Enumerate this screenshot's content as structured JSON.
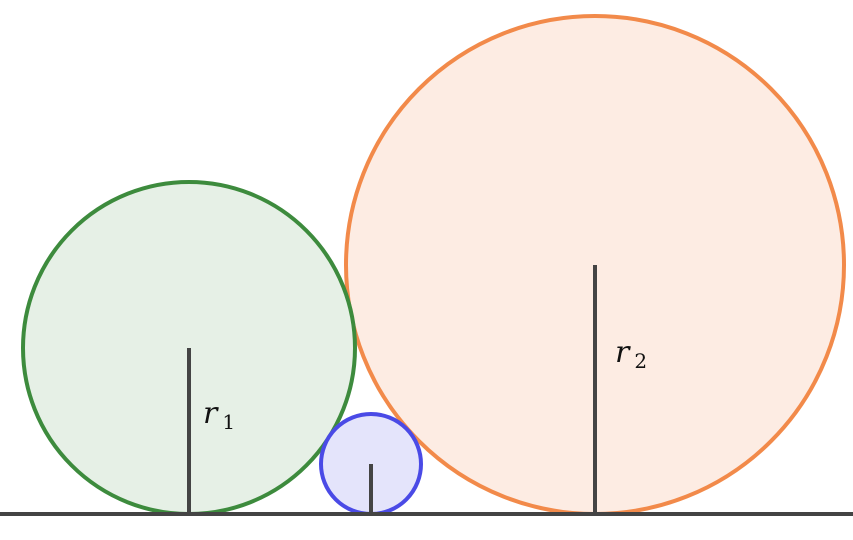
{
  "colors": {
    "ground": "#444444",
    "radius_line": "#444444",
    "circle_green_stroke": "#3d8b3d",
    "circle_green_fill": "#e6f0e6",
    "circle_orange_stroke": "#f28a4a",
    "circle_orange_fill": "#fdece3",
    "circle_blue_stroke": "#4a4ae6",
    "circle_blue_fill": "#e4e4fb"
  },
  "labels": {
    "r1": {
      "main": "r",
      "sub": "1"
    },
    "r2": {
      "main": "r",
      "sub": "2"
    }
  }
}
